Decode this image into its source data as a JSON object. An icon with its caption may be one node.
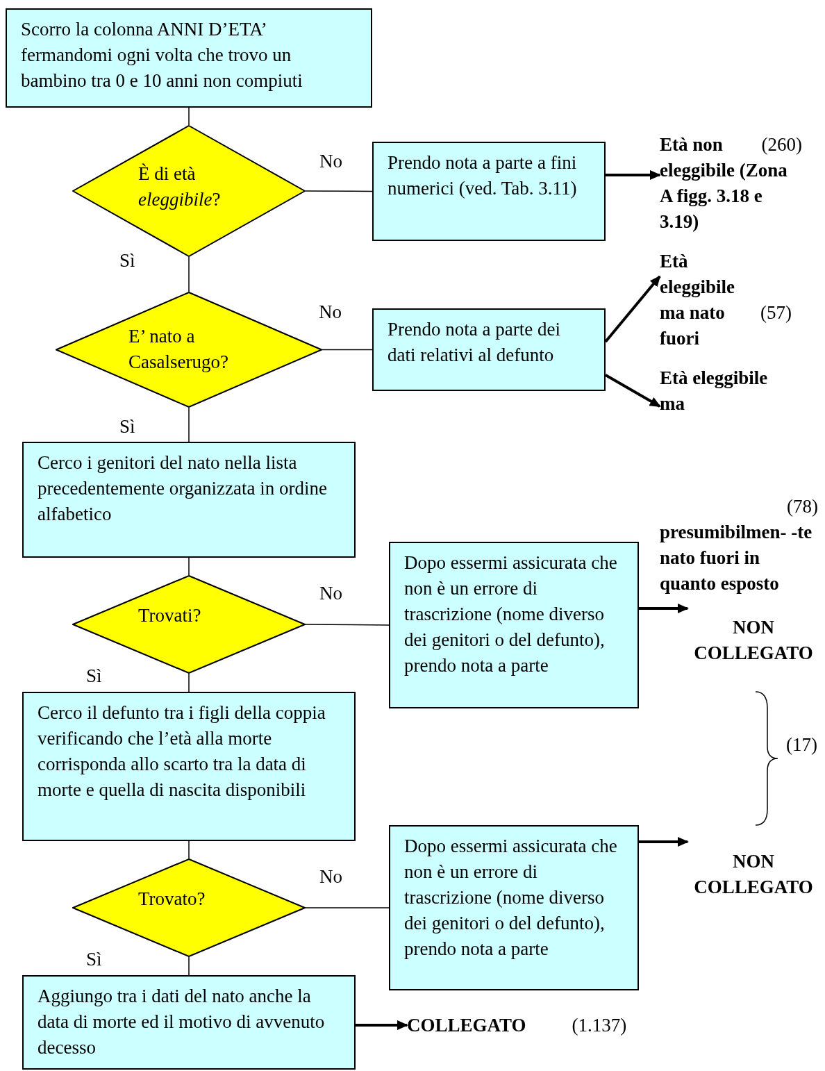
{
  "diagram": {
    "nodes": [
      {
        "text": [
          "Scorro la colonna ANNI D’ETA’ fermandomi ogni volta che trovo un bambino tra 0 e 10 anni non compiuti"
        ]
      },
      {
        "text": [
          "È di età *eleggibile*?"
        ]
      },
      {
        "text": [
          "Prendo nota a parte a fini numerici (ved. Tab. 3.11)"
        ]
      },
      {
        "text": [
          "Età non eleggibile (Zona A figg. 3.18 e 3.19)"
        ],
        "beside": [
          "(260)"
        ]
      },
      {
        "text": [
          "E’ nato a Casalserugo?"
        ]
      },
      {
        "text": [
          "Prendo nota a parte dei dati relativi al defunto"
        ]
      },
      {
        "text": [
          "Età eleggibile ma nato fuori"
        ],
        "beside": [
          "(57)"
        ]
      },
      {
        "text": [
          "Età eleggibile ma presumibilmen- -te nato fuori in quanto esposto"
        ],
        "beside": [
          "(78)"
        ]
      },
      {
        "text": [
          "Cerco i genitori del nato nella lista precedentemente organizzata in ordine alfabetico"
        ]
      },
      {
        "text": [
          "Trovati?"
        ]
      },
      {
        "text": [
          "Dopo essermi assicurata che non è un errore di trascrizione (nome diverso dei genitori o del defunto), prendo nota a parte"
        ]
      },
      {
        "text": [
          "NON COLLEGATO"
        ]
      },
      {
        "text": [
          "Cerco il defunto tra i figli della coppia verificando che l’età alla morte corrisponda allo scarto tra la data di morte e quella di nascita disponibili"
        ]
      },
      {
        "text": [
          "Trovato?"
        ]
      },
      {
        "text": [
          "Dopo essermi assicurata che non è un errore di trascrizione (nome diverso dei genitori o del defunto), prendo nota a parte"
        ]
      },
      {
        "text": [
          "NON COLLEGATO"
        ]
      },
      {
        "text": [
          "Aggiungo tra i dati del nato anche la data di morte ed il motivo di avvenuto decesso"
        ]
      },
      {
        "text": [
          "COLLEGATO"
        ],
        "beside": [
          "(1.137)"
        ]
      }
    ],
    "edges": [
      {
        "from": 0,
        "to": 1,
        "arrow": "none"
      },
      {
        "from": 1,
        "to": 2,
        "arrow": "none",
        "label": "No"
      },
      {
        "from": 2,
        "to": 3,
        "arrow": "to",
        "style": "thick"
      },
      {
        "from": 1,
        "to": 4,
        "arrow": "none",
        "label": "Sì"
      },
      {
        "from": 4,
        "to": 5,
        "arrow": "none",
        "label": "No"
      },
      {
        "from": 5,
        "to": 6,
        "arrow": "to",
        "style": "thick"
      },
      {
        "from": 5,
        "to": 7,
        "arrow": "to",
        "style": "thick"
      },
      {
        "from": 4,
        "to": 8,
        "arrow": "none",
        "label": "Sì"
      },
      {
        "from": 8,
        "to": 9,
        "arrow": "none"
      },
      {
        "from": 9,
        "to": 10,
        "arrow": "none",
        "label": "No"
      },
      {
        "from": 10,
        "to": 11,
        "arrow": "to",
        "style": "thick"
      },
      {
        "from": 9,
        "to": 12,
        "arrow": "none",
        "label": "Sì"
      },
      {
        "from": 12,
        "to": 13,
        "arrow": "none"
      },
      {
        "from": 13,
        "to": 14,
        "arrow": "none",
        "label": "No"
      },
      {
        "from": 14,
        "to": 15,
        "arrow": "to",
        "style": "thick"
      },
      {
        "from": 13,
        "to": 16,
        "arrow": "none",
        "label": "Sì"
      },
      {
        "from": 16,
        "to": 17,
        "arrow": "to",
        "style": "thick"
      }
    ],
    "labels": [
      "(17)"
    ]
  }
}
